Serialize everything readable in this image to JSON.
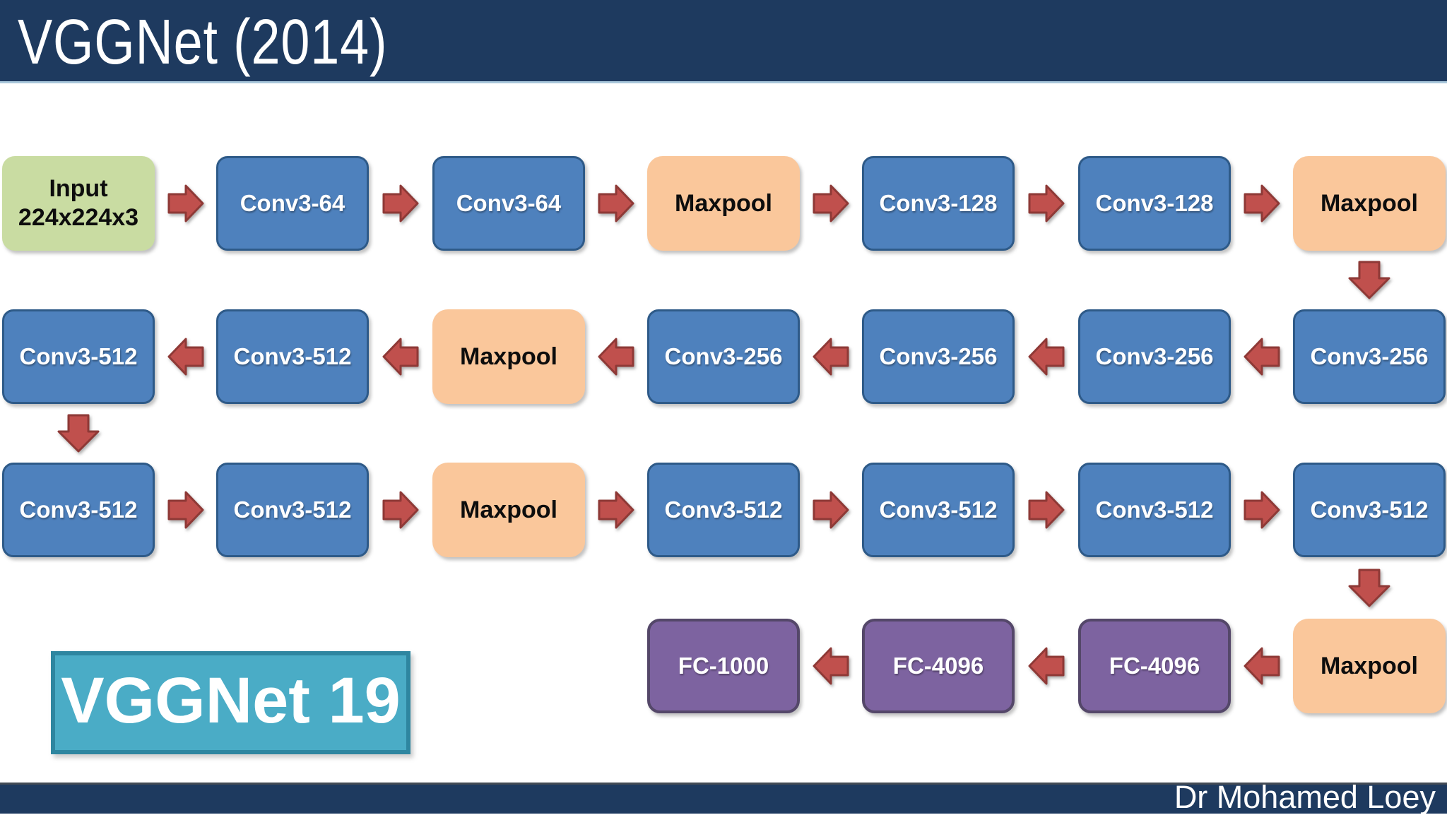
{
  "slide": {
    "title": "VGGNet (2014)",
    "footer_author": "Dr Mohamed Loey",
    "badge_label": "VGGNet 19"
  },
  "colors": {
    "navy": "#1E3A5F",
    "header_divider": "#A9C7DB",
    "footer_divider": "#434B55",
    "blue_fill": "#4E81BD",
    "blue_border": "#2E5A88",
    "peach_fill": "#FAC79B",
    "green_fill": "#C9DCA2",
    "purple_fill": "#7D63A0",
    "purple_border": "#544769",
    "red_fill": "#C0504D",
    "red_border": "#8E3936",
    "teal_fill": "#4AACC6",
    "teal_border": "#2E86A0",
    "text_light": "#FFFFFF",
    "text_dark": "#0D0D0D"
  },
  "diagram": {
    "rows": [
      {
        "dir": "right",
        "cells": [
          {
            "col": 0,
            "kind": "input",
            "lines": [
              "Input",
              "224x224x3"
            ]
          },
          {
            "col": 1,
            "kind": "conv",
            "label": "Conv3-64"
          },
          {
            "col": 2,
            "kind": "conv",
            "label": "Conv3-64"
          },
          {
            "col": 3,
            "kind": "pool",
            "label": "Maxpool"
          },
          {
            "col": 4,
            "kind": "conv",
            "label": "Conv3-128"
          },
          {
            "col": 5,
            "kind": "conv",
            "label": "Conv3-128"
          },
          {
            "col": 6,
            "kind": "pool",
            "label": "Maxpool"
          }
        ]
      },
      {
        "dir": "left",
        "cells": [
          {
            "col": 0,
            "kind": "conv",
            "label": "Conv3-512"
          },
          {
            "col": 1,
            "kind": "conv",
            "label": "Conv3-512"
          },
          {
            "col": 2,
            "kind": "pool",
            "label": "Maxpool"
          },
          {
            "col": 3,
            "kind": "conv",
            "label": "Conv3-256"
          },
          {
            "col": 4,
            "kind": "conv",
            "label": "Conv3-256"
          },
          {
            "col": 5,
            "kind": "conv",
            "label": "Conv3-256"
          },
          {
            "col": 6,
            "kind": "conv",
            "label": "Conv3-256"
          }
        ]
      },
      {
        "dir": "right",
        "cells": [
          {
            "col": 0,
            "kind": "conv",
            "label": "Conv3-512"
          },
          {
            "col": 1,
            "kind": "conv",
            "label": "Conv3-512"
          },
          {
            "col": 2,
            "kind": "pool",
            "label": "Maxpool"
          },
          {
            "col": 3,
            "kind": "conv",
            "label": "Conv3-512"
          },
          {
            "col": 4,
            "kind": "conv",
            "label": "Conv3-512"
          },
          {
            "col": 5,
            "kind": "conv",
            "label": "Conv3-512"
          },
          {
            "col": 6,
            "kind": "conv",
            "label": "Conv3-512"
          }
        ]
      },
      {
        "dir": "left",
        "cells": [
          {
            "col": 3,
            "kind": "fc",
            "label": "FC-1000"
          },
          {
            "col": 4,
            "kind": "fc",
            "label": "FC-4096"
          },
          {
            "col": 5,
            "kind": "fc",
            "label": "FC-4096"
          },
          {
            "col": 6,
            "kind": "pool",
            "label": "Maxpool"
          }
        ]
      }
    ],
    "connectors": [
      {
        "after_row": 0,
        "col": 6
      },
      {
        "after_row": 1,
        "col": 0
      },
      {
        "after_row": 2,
        "col": 6
      }
    ]
  }
}
